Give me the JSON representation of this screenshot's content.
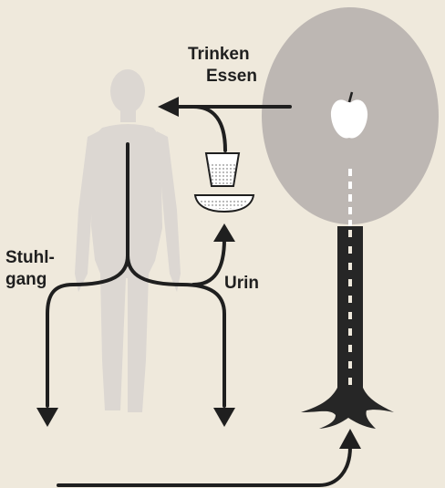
{
  "labels": {
    "trinken": "Trinken",
    "essen": "Essen",
    "stuhlgang_line1": "Stuhl-",
    "stuhlgang_line2": "gang",
    "urin": "Urin"
  },
  "colors": {
    "background": "#efe9dc",
    "figure": "#dcd7d2",
    "crown": "#bdb7b3",
    "arrow": "#1f1f1f",
    "trunk": "#262626"
  }
}
